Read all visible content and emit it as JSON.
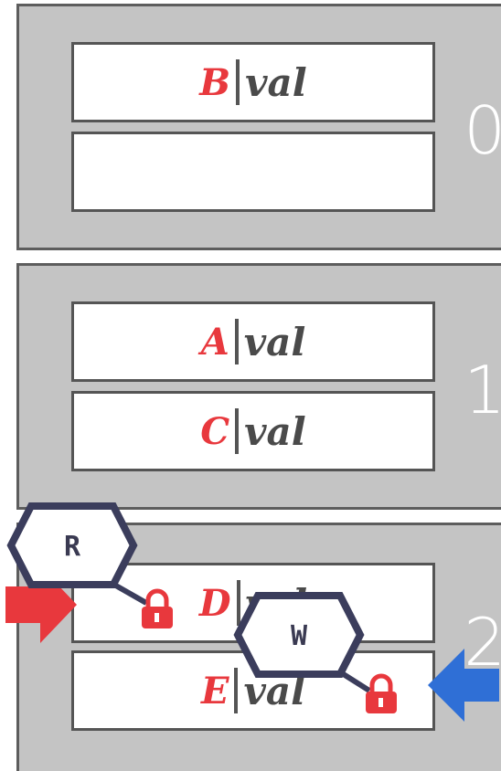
{
  "pages": [
    {
      "number": "0",
      "slots": [
        {
          "key": "B",
          "value": "val"
        },
        {
          "key": "",
          "value": ""
        }
      ]
    },
    {
      "number": "1",
      "slots": [
        {
          "key": "A",
          "value": "val"
        },
        {
          "key": "C",
          "value": "val"
        }
      ]
    },
    {
      "number": "2",
      "slots": [
        {
          "key": "D",
          "value": "val"
        },
        {
          "key": "E",
          "value": "val"
        }
      ]
    }
  ],
  "latches": [
    {
      "mode": "R",
      "color": "#3b3d5c"
    },
    {
      "mode": "W",
      "color": "#3b3d5c"
    }
  ],
  "colors": {
    "read_arrow": "#e8383d",
    "write_arrow": "#2f6fd6",
    "lock": "#e8383d",
    "key": "#e8383d"
  },
  "icons": [
    "lock-icon",
    "read-arrow-icon",
    "write-arrow-icon"
  ]
}
